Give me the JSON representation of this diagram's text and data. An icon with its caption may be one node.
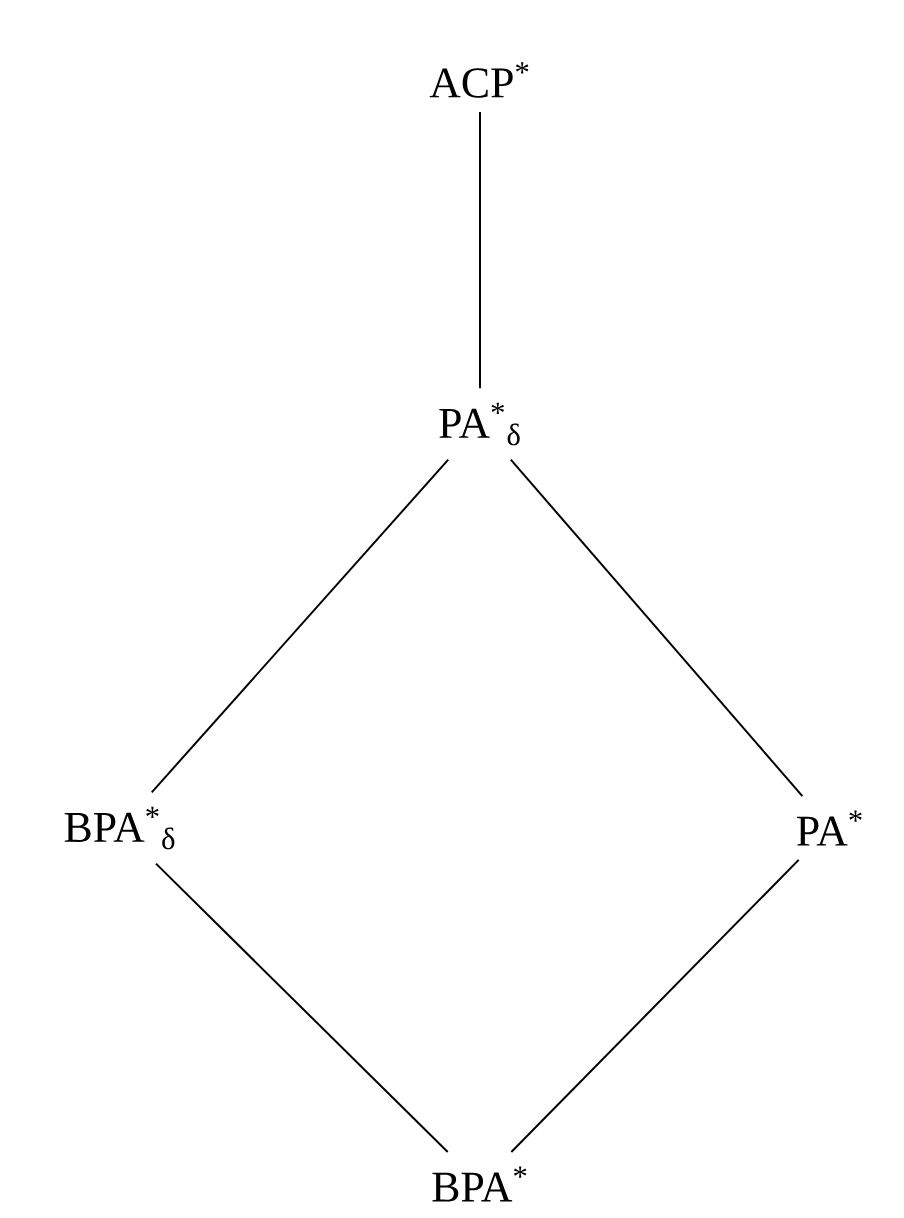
{
  "diagram": {
    "nodes": [
      {
        "text": [
          "ACP$^{*}$"
        ]
      },
      {
        "text": [
          "PA$^{*}$$_{δ}$"
        ]
      },
      {
        "text": [
          "BPA$^{*}$$_{δ}$"
        ]
      },
      {
        "text": [
          "PA$^{*}$"
        ]
      },
      {
        "text": [
          "BPA$^{*}$"
        ]
      }
    ],
    "edges": [
      {
        "from": 0,
        "to": 1,
        "arrow": "none"
      },
      {
        "from": 1,
        "to": 2,
        "arrow": "none"
      },
      {
        "from": 1,
        "to": 3,
        "arrow": "none"
      },
      {
        "from": 2,
        "to": 4,
        "arrow": "none"
      },
      {
        "from": 3,
        "to": 4,
        "arrow": "none"
      }
    ]
  }
}
